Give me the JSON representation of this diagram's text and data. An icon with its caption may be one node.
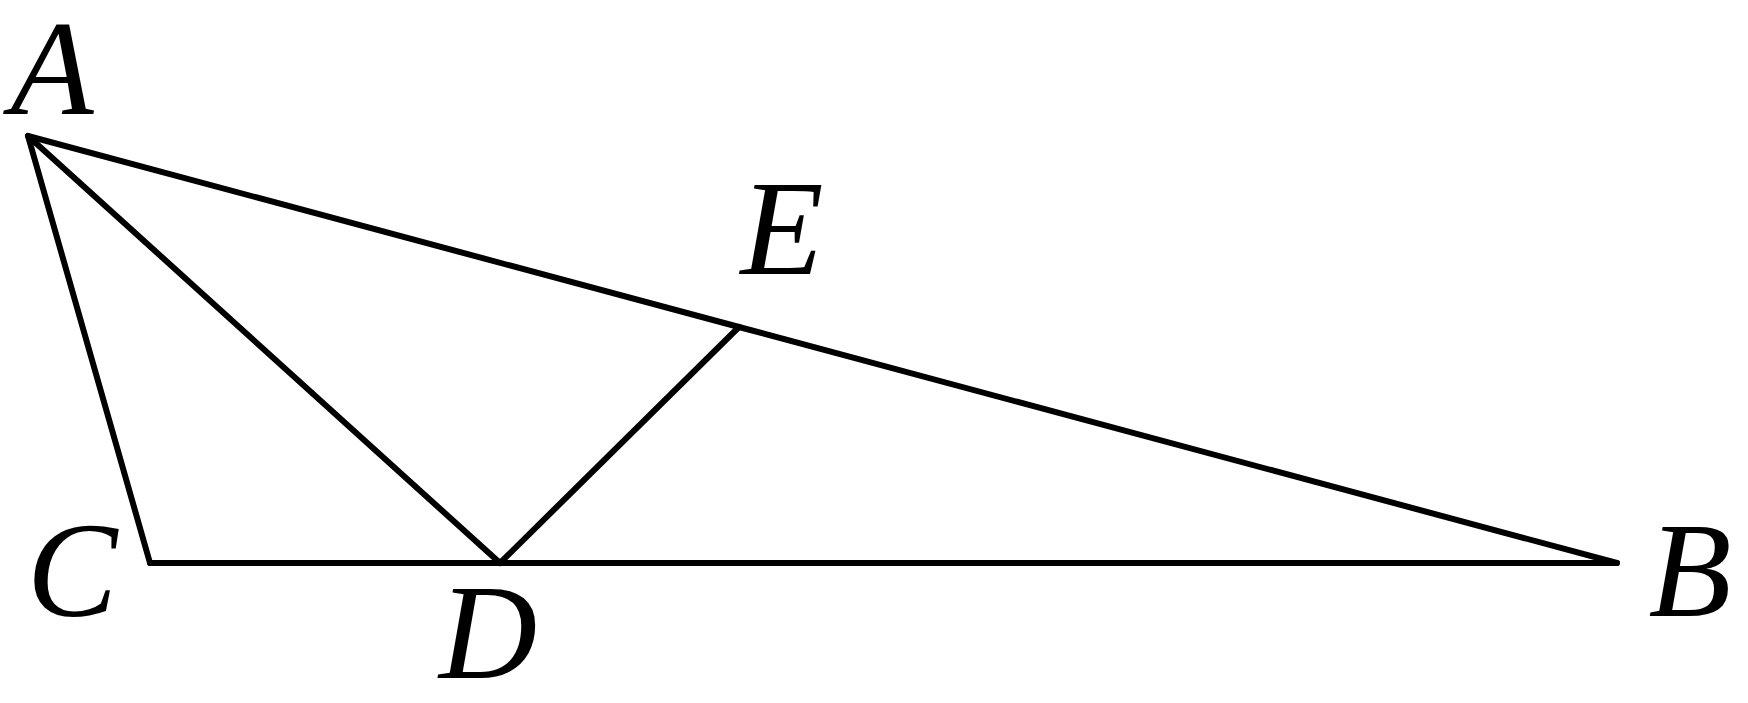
{
  "diagram": {
    "nodes": [
      {
        "text": [
          "A"
        ]
      },
      {
        "text": [
          "E"
        ]
      },
      {
        "text": [
          "C"
        ]
      },
      {
        "text": [
          "D"
        ]
      },
      {
        "text": [
          "B"
        ]
      }
    ],
    "edges": [
      {
        "from": 0,
        "to": 1,
        "arrow": "none"
      },
      {
        "from": 1,
        "to": 4,
        "arrow": "none"
      },
      {
        "from": 0,
        "to": 2,
        "arrow": "none"
      },
      {
        "from": 2,
        "to": 3,
        "arrow": "none"
      },
      {
        "from": 3,
        "to": 4,
        "arrow": "none"
      },
      {
        "from": 0,
        "to": 3,
        "arrow": "none"
      },
      {
        "from": 3,
        "to": 1,
        "arrow": "none"
      }
    ]
  }
}
